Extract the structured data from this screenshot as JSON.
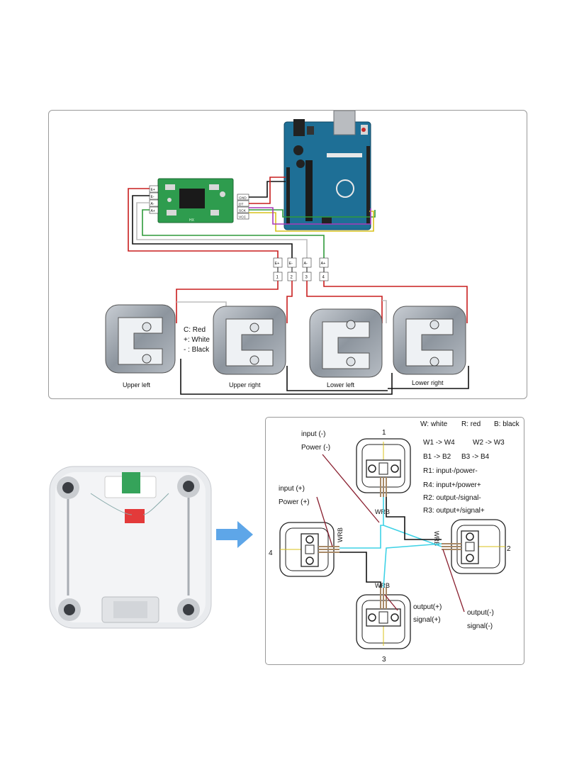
{
  "wiring": {
    "hx711_pins": [
      "E+",
      "E-",
      "A-",
      "A+"
    ],
    "hx711_side_pins": [
      "GND",
      "DT",
      "SCK",
      "VCC"
    ],
    "hx711_chip_label": "HX",
    "connector_top": [
      "E+",
      "E-",
      "A-",
      "A+"
    ],
    "connector_bottom": [
      "1",
      "2",
      "3",
      "4"
    ],
    "legend": [
      "C: Red",
      "+: White",
      "- : Black"
    ],
    "cell_labels": [
      "Upper left",
      "Upper right",
      "Lower left",
      "Lower right"
    ]
  },
  "scale_diagram": {
    "legend_line1": [
      "W: white",
      "R: red",
      "B: black"
    ],
    "mapping": [
      "W1 -> W4",
      "W2 -> W3",
      "B1 -> B2",
      "B3 -> B4"
    ],
    "roles": [
      "R1: input-/power-",
      "R4: input+/power+",
      "R2: output-/signal-",
      "R3: output+/signal+"
    ],
    "labels": {
      "input_minus": "input (-)",
      "power_minus": "Power (-)",
      "input_plus": "input (+)",
      "power_plus": "Power (+)",
      "output_plus": "output(+)",
      "signal_plus": "signal(+)",
      "output_minus": "output(-)",
      "signal_minus": "signal(-)"
    },
    "cell_numbers": [
      "1",
      "2",
      "3",
      "4"
    ],
    "wire_code": "WRB"
  },
  "colors": {
    "wire_red": "#c81e1e",
    "wire_black": "#111111",
    "wire_white": "#bdbdbd",
    "wire_green": "#2f9a3a",
    "wire_yellow": "#d8c21a",
    "wire_purple": "#a83ab8",
    "wire_cyan": "#3fd2e6",
    "arduino_blue": "#1e6f96",
    "hx711_green": "#2e9c4e",
    "arrow_blue": "#5ea6e8"
  }
}
